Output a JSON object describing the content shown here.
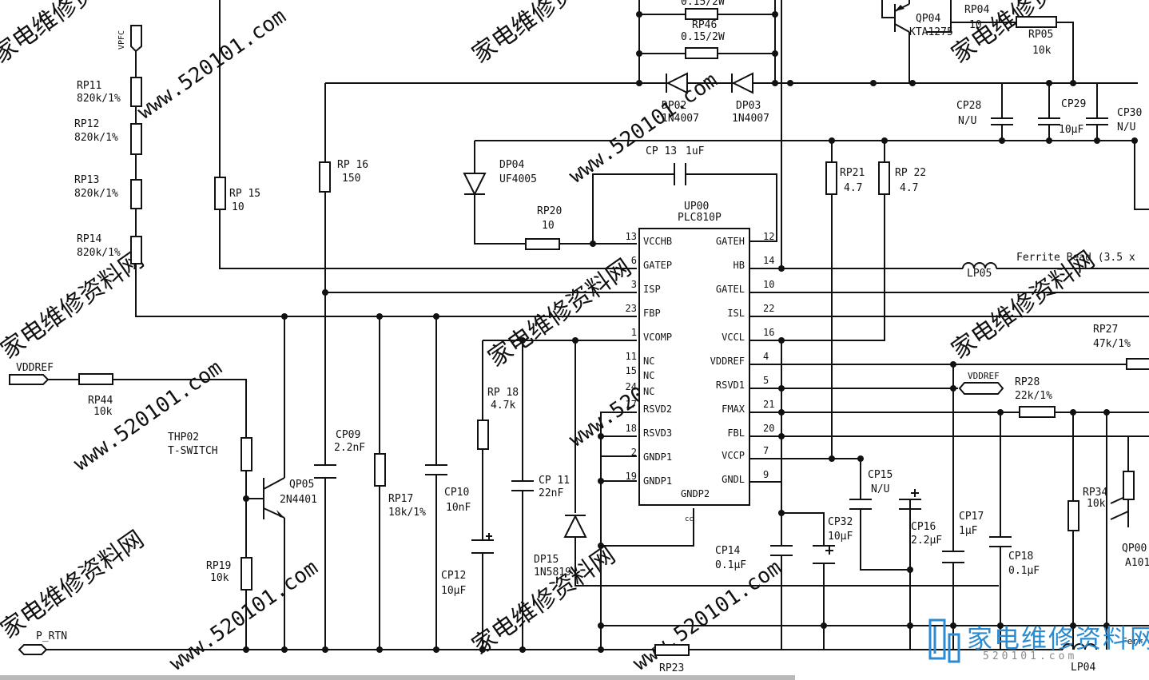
{
  "watermark": {
    "text": "家电维修资料网",
    "url": "www.520101.com"
  },
  "ic": {
    "ref": "UP00",
    "part": "PLC810P",
    "pins_left": [
      {
        "num": "13",
        "name": "VCCHB"
      },
      {
        "num": "6",
        "name": "GATEP"
      },
      {
        "num": "3",
        "name": "ISP"
      },
      {
        "num": "23",
        "name": "FBP"
      },
      {
        "num": "1",
        "name": "VCOMP"
      },
      {
        "num": "11",
        "name": "NC"
      },
      {
        "num": "15",
        "name": "NC"
      },
      {
        "num": "24",
        "name": "NC"
      },
      {
        "num": "17",
        "name": "RSVD2"
      },
      {
        "num": "18",
        "name": "RSVD3"
      },
      {
        "num": "2",
        "name": "GNDP1"
      },
      {
        "num": "19",
        "name": "GNDP1"
      }
    ],
    "pins_right": [
      {
        "num": "12",
        "name": "GATEH"
      },
      {
        "num": "14",
        "name": "HB"
      },
      {
        "num": "10",
        "name": "GATEL"
      },
      {
        "num": "22",
        "name": "ISL"
      },
      {
        "num": "16",
        "name": "VCCL"
      },
      {
        "num": "4",
        "name": "VDDREF"
      },
      {
        "num": "5",
        "name": "RSVD1"
      },
      {
        "num": "21",
        "name": "FMAX"
      },
      {
        "num": "20",
        "name": "FBL"
      },
      {
        "num": "7",
        "name": "VCCP"
      },
      {
        "num": "9",
        "name": "GNDL"
      }
    ],
    "bottom_pin": "GNDP2",
    "bottom_mark": "cc"
  },
  "nets": {
    "vpfc": "VPFC",
    "vddref": "VDDREF",
    "vddref_right": "VDDREF",
    "p_rtn": "P_RTN"
  },
  "parts": {
    "rp11": {
      "ref": "RP11",
      "val": "820k/1%"
    },
    "rp12": {
      "ref": "RP12",
      "val": "820k/1%"
    },
    "rp13": {
      "ref": "RP13",
      "val": "820k/1%"
    },
    "rp14": {
      "ref": "RP14",
      "val": "820k/1%"
    },
    "rp15": {
      "ref": "RP 15",
      "val": "10"
    },
    "rp16": {
      "ref": "RP 16",
      "val": "150"
    },
    "rp44": {
      "ref": "RP44",
      "val": "10k"
    },
    "thp02": {
      "ref": "THP02",
      "val": "T-SWITCH"
    },
    "qp05": {
      "ref": "QP05",
      "val": "2N4401"
    },
    "rp19": {
      "ref": "RP19",
      "val": "10k"
    },
    "cp09": {
      "ref": "CP09",
      "val": "2.2nF"
    },
    "rp17": {
      "ref": "RP17",
      "val": "18k/1%"
    },
    "cp10": {
      "ref": "CP10",
      "val": "10nF"
    },
    "rp18": {
      "ref": "RP 18",
      "val": "4.7k"
    },
    "cp12": {
      "ref": "CP12",
      "val": "10μF"
    },
    "cp11": {
      "ref": "CP 11",
      "val": "22nF"
    },
    "dp15": {
      "ref": "DP15",
      "val": "1N5819"
    },
    "rp20": {
      "ref": "RP20",
      "val": "10"
    },
    "dp04": {
      "ref": "DP04",
      "val": "UF4005"
    },
    "cp13": {
      "ref": "CP 13",
      "val": "1uF"
    },
    "rp46_top": {
      "val": "0.15/2W"
    },
    "rp46": {
      "ref": "RP46",
      "val": "0.15/2W"
    },
    "dp02": {
      "ref": "DP02",
      "val": "1N4007"
    },
    "dp03": {
      "ref": "DP03",
      "val": "1N4007"
    },
    "qp04": {
      "ref": "QP04",
      "val": "KTA1275"
    },
    "rp04": {
      "ref": "RP04",
      "val": "10"
    },
    "rp05": {
      "ref": "RP05",
      "val": "10k"
    },
    "cp28": {
      "ref": "CP28",
      "val": "N/U"
    },
    "cp29": {
      "ref": "CP29",
      "val": "10μF"
    },
    "cp30": {
      "ref": "CP30",
      "val": "N/U"
    },
    "rp21": {
      "ref": "RP21",
      "val": "4.7"
    },
    "rp22": {
      "ref": "RP 22",
      "val": "4.7"
    },
    "lp05": {
      "ref": "LP05",
      "val": "Ferrite Bead (3.5 x"
    },
    "rp27": {
      "ref": "RP27",
      "val": "47k/1%"
    },
    "rp28": {
      "ref": "RP28",
      "val": "22k/1%"
    },
    "cp15": {
      "ref": "CP15",
      "val": "N/U"
    },
    "cp16": {
      "ref": "CP16",
      "val": "2.2μF"
    },
    "cp32": {
      "ref": "CP32",
      "val": "10μF"
    },
    "cp14": {
      "ref": "CP14",
      "val": "0.1μF"
    },
    "cp17": {
      "ref": "CP17",
      "val": "1μF"
    },
    "cp18": {
      "ref": "CP18",
      "val": "0.1μF"
    },
    "rp34": {
      "ref": "RP34",
      "val": "10k"
    },
    "qp00": {
      "ref": "QP00",
      "val": "A101"
    },
    "rp23": {
      "ref": "RP23"
    },
    "lp04": {
      "ref": "LP04",
      "val": "Ferr"
    }
  },
  "logo": {
    "text": "家电维修资料网",
    "url": "520101.com"
  }
}
